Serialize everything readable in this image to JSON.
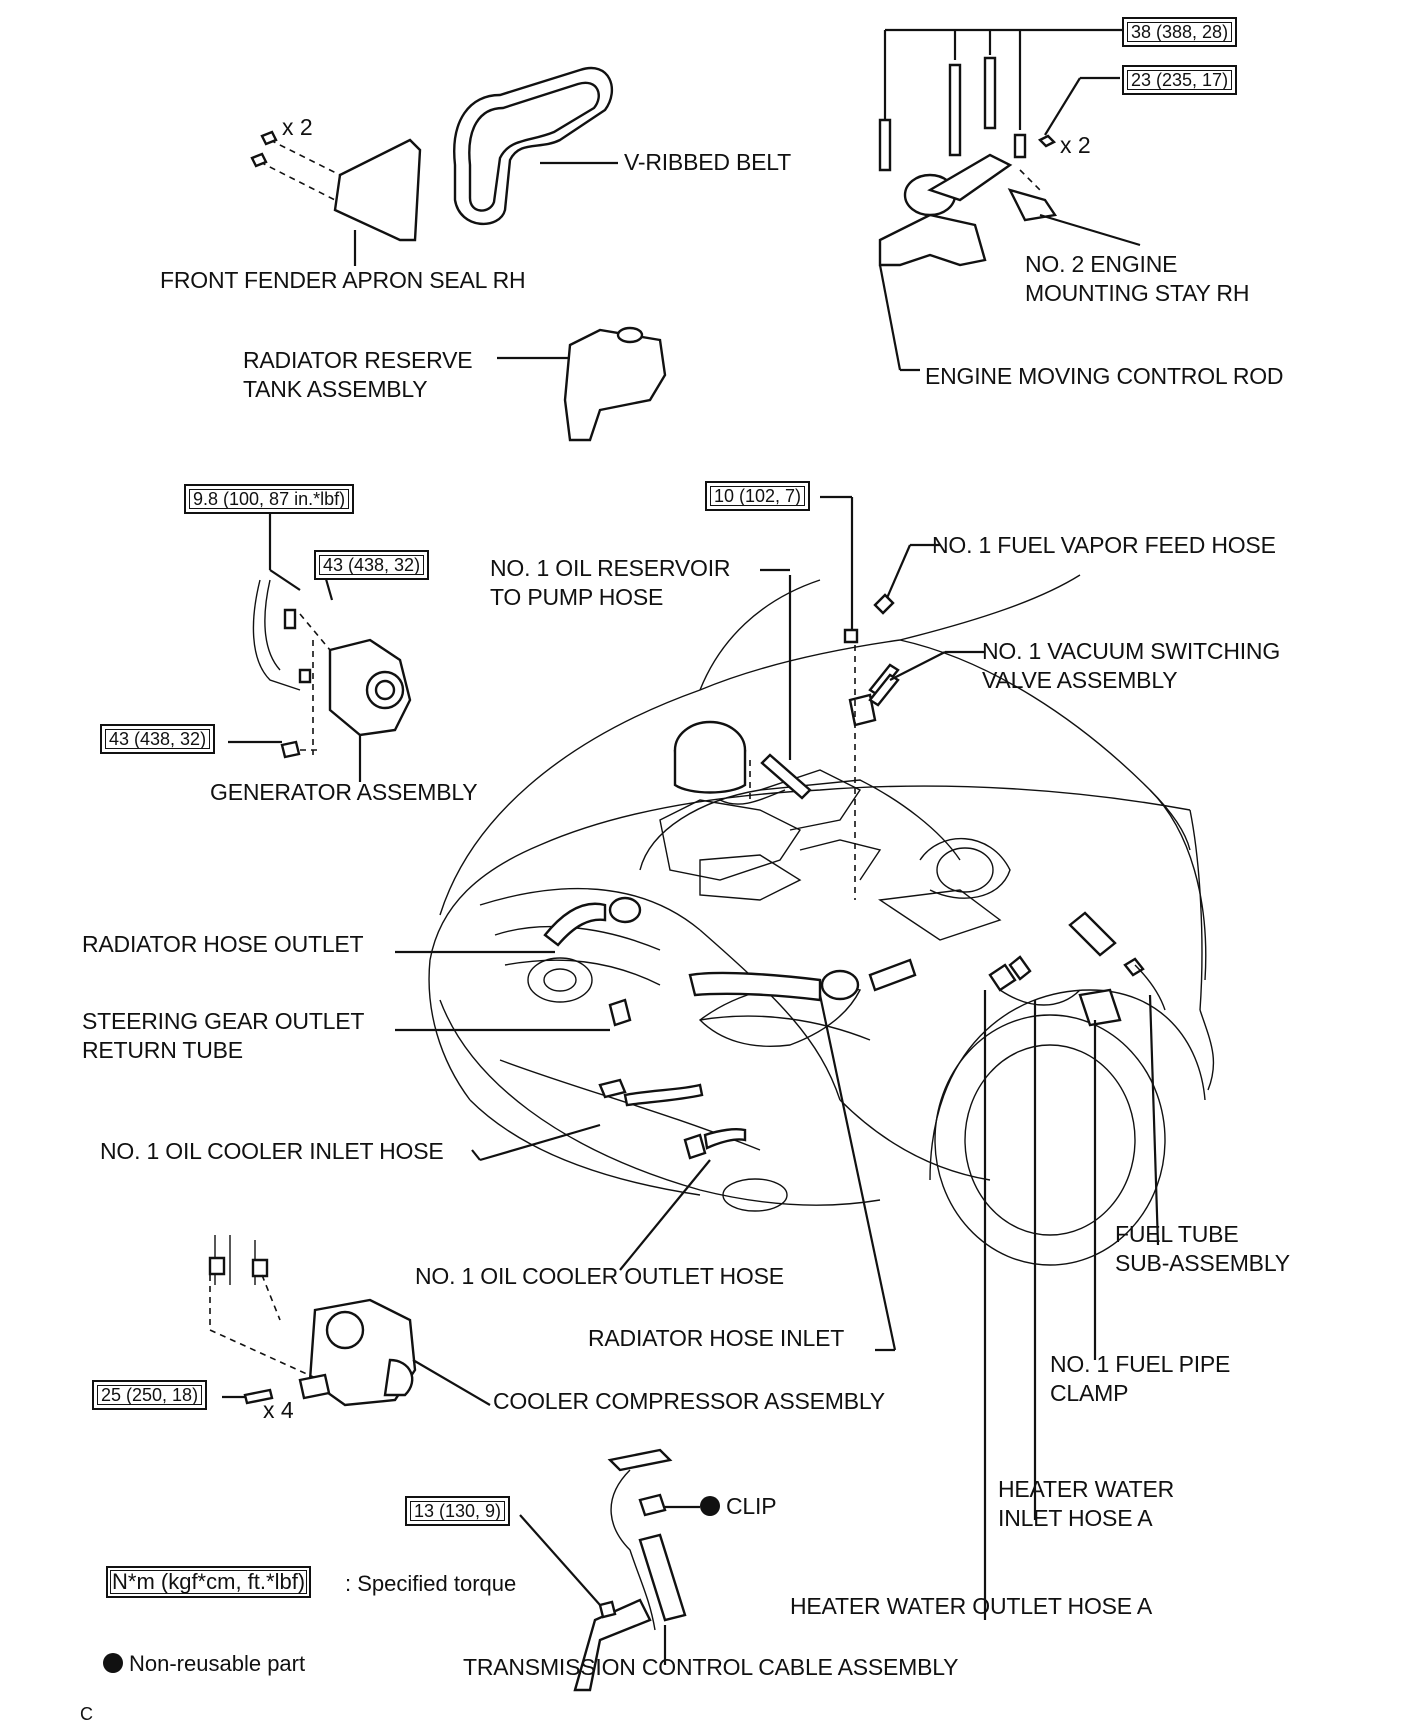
{
  "labels": {
    "front_fender_apron_seal": "FRONT FENDER APRON SEAL RH",
    "v_ribbed_belt": "V-RIBBED BELT",
    "no2_engine_mounting_stay_line1": "NO. 2 ENGINE",
    "no2_engine_mounting_stay_line2": "MOUNTING STAY RH",
    "engine_moving_control_rod": "ENGINE MOVING CONTROL ROD",
    "radiator_reserve_tank_line1": "RADIATOR RESERVE",
    "radiator_reserve_tank_line2": "TANK ASSEMBLY",
    "no1_oil_reservoir_line1": "NO. 1 OIL RESERVOIR",
    "no1_oil_reservoir_line2": "TO PUMP HOSE",
    "no1_fuel_vapor_feed_hose": "NO. 1 FUEL VAPOR FEED HOSE",
    "no1_vacuum_switching_line1": "NO. 1 VACUUM SWITCHING",
    "no1_vacuum_switching_line2": "VALVE ASSEMBLY",
    "generator_assembly": "GENERATOR ASSEMBLY",
    "radiator_hose_outlet": "RADIATOR HOSE OUTLET",
    "steering_gear_outlet_line1": "STEERING GEAR OUTLET",
    "steering_gear_outlet_line2": "RETURN TUBE",
    "no1_oil_cooler_inlet_hose": "NO. 1 OIL COOLER INLET HOSE",
    "no1_oil_cooler_outlet_hose": "NO. 1 OIL COOLER OUTLET HOSE",
    "radiator_hose_inlet": "RADIATOR HOSE INLET",
    "cooler_compressor_assembly": "COOLER COMPRESSOR ASSEMBLY",
    "fuel_tube_line1": "FUEL TUBE",
    "fuel_tube_line2": "SUB-ASSEMBLY",
    "no1_fuel_pipe_clamp_line1": "NO. 1 FUEL PIPE",
    "no1_fuel_pipe_clamp_line2": "CLAMP",
    "heater_water_inlet_line1": "HEATER WATER",
    "heater_water_inlet_line2": "INLET HOSE A",
    "heater_water_outlet_hose": "HEATER WATER OUTLET HOSE A",
    "clip": "CLIP",
    "transmission_control_cable": "TRANSMISSION CONTROL CABLE ASSEMBLY"
  },
  "torques": {
    "t38": "38 (388, 28)",
    "t23": "23 (235, 17)",
    "t9_8": "9.8 (100, 87 in.*lbf)",
    "t43_upper": "43 (438, 32)",
    "t43_lower": "43 (438, 32)",
    "t10": "10 (102, 7)",
    "t25": "25 (250, 18)",
    "t13": "13 (130, 9)"
  },
  "multipliers": {
    "fender_bolts": "x 2",
    "stay_nuts": "x 2",
    "compressor_bolts": "x 4"
  },
  "legend": {
    "torque_unit": "N*m (kgf*cm, ft.*lbf)",
    "torque_desc": ": Specified torque",
    "nonreusable": "Non-reusable part"
  },
  "footer_code": "C"
}
